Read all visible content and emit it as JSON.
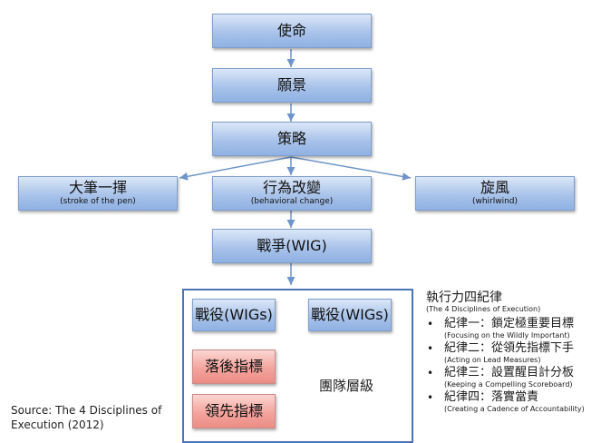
{
  "nodes": {
    "mission": {
      "label": "使命"
    },
    "vision": {
      "label": "願景"
    },
    "strategy": {
      "label": "策略"
    },
    "stroke": {
      "label": "大筆一揮",
      "sub": "(stroke of the pen)"
    },
    "behavior": {
      "label": "行為改變",
      "sub": "(behavioral change)"
    },
    "whirlwind": {
      "label": "旋風",
      "sub": "(whirlwind)"
    },
    "wig": {
      "label": "戰爭(WIG)"
    },
    "battle_left": {
      "label": "戰役(WIGs)"
    },
    "battle_right": {
      "label": "戰役(WIGs)"
    },
    "lag": {
      "label": "落後指標"
    },
    "lead": {
      "label": "領先指標"
    },
    "team": {
      "label": "團隊層級"
    }
  },
  "disciplines": {
    "title": "執行力四紀律",
    "title_en": "(The 4 Disciplines of Execution)",
    "items": [
      {
        "zh": "紀律一：鎖定極重要目標",
        "en": "(Focusing on the Wildly Important)"
      },
      {
        "zh": "紀律二：從領先指標下手",
        "en": "(Acting on Lead Measures)"
      },
      {
        "zh": "紀律三：設置醒目計分板",
        "en": "(Keeping a Compelling Scoreboard)"
      },
      {
        "zh": "紀律四：落實當責",
        "en": "(Creating a Cadence of Accountability)"
      }
    ]
  },
  "source": "Source: The 4 Disciplines of Execution (2012)",
  "colors": {
    "box_blue": "#a9c3ea",
    "box_red": "#f3a49d",
    "line": "#6f95c9",
    "group_border": "#4a74b3"
  }
}
